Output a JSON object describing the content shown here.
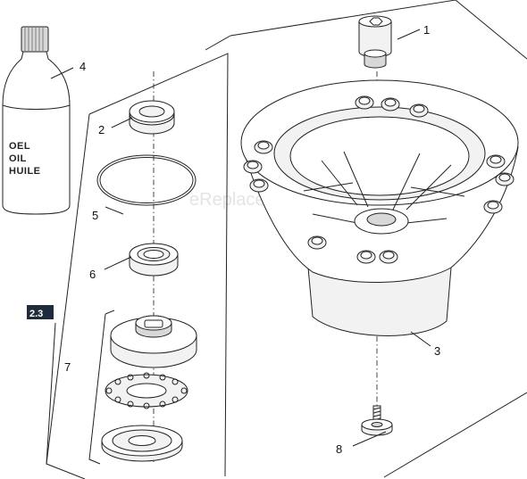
{
  "diagram": {
    "callouts": [
      {
        "id": "1",
        "label": "1"
      },
      {
        "id": "2",
        "label": "2"
      },
      {
        "id": "3",
        "label": "3"
      },
      {
        "id": "4",
        "label": "4"
      },
      {
        "id": "5",
        "label": "5"
      },
      {
        "id": "6",
        "label": "6"
      },
      {
        "id": "7",
        "label": "7"
      },
      {
        "id": "8",
        "label": "8"
      }
    ],
    "group_badge": "2.3",
    "bottle_label_lines": [
      "OEL",
      "OIL",
      "HUILE"
    ],
    "watermark": "eReplacementParts.com"
  },
  "colors": {
    "line": "#222222",
    "badge_fill": "#1f2b3a",
    "background": "#ffffff"
  }
}
